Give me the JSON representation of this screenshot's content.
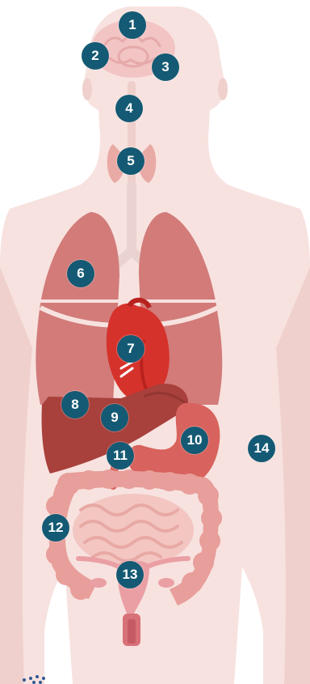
{
  "colors": {
    "body": "#f7e2df",
    "body_shadow": "#efcfcb",
    "brain": "#f2c4c4",
    "lung": "#d27b79",
    "heart": "#d6322c",
    "liver": "#a8403b",
    "stomach": "#d8625d",
    "intestine_large": "#e89e9a",
    "intestine_small": "#f3c6c2",
    "reproductive": "#ea9fa4",
    "marker": "#155a74",
    "marker_text": "#ffffff"
  },
  "markers": [
    "1",
    "2",
    "3",
    "4",
    "5",
    "6",
    "7",
    "8",
    "9",
    "10",
    "11",
    "12",
    "13",
    "14"
  ],
  "icons": {
    "logo": "dots-logo-icon"
  }
}
